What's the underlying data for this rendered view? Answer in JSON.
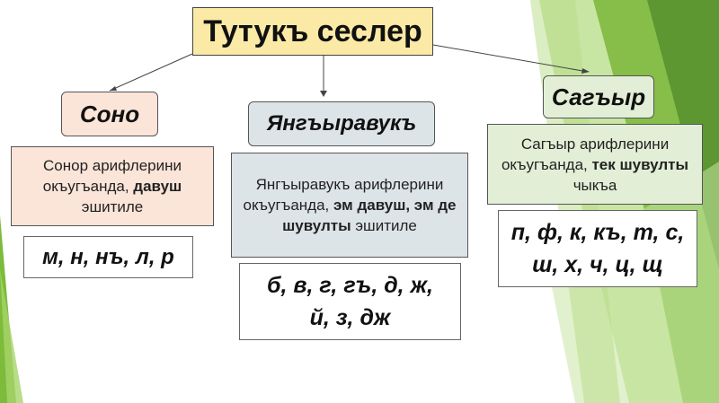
{
  "title": "Тутукъ сеслер",
  "groups": {
    "sono": {
      "heading": "Соно",
      "desc_1": "Сонор арифлерини окъугъанда, ",
      "desc_bold": "давуш",
      "desc_2": " эшитиле",
      "letters": "м, н, нъ, л, р"
    },
    "yang": {
      "heading": "Янгъыравукъ",
      "desc_1": "Янгъыравукъ арифлерини окъугъанда, ",
      "desc_bold": "эм давуш, эм де шувулты",
      "desc_2": " эшитиле",
      "letters_line1": "б, в, г, гъ, д, ж,",
      "letters_line2": "й, з, дж"
    },
    "sag": {
      "heading": "Сагъыр",
      "desc_1": "Сагъыр арифлерини окъугъанда, ",
      "desc_bold": "тек шувулты",
      "desc_2": " чыкъа",
      "letters_line1": "п, ф, к, къ, т, с,",
      "letters_line2": "ш, х, ч, ц, щ"
    }
  },
  "colors": {
    "title_bg": "#fbe9a6",
    "sono_bg": "#fbe4d8",
    "yang_bg": "#dde4e8",
    "sag_bg": "#e2efd6",
    "accent_green": "#8cc63f"
  }
}
